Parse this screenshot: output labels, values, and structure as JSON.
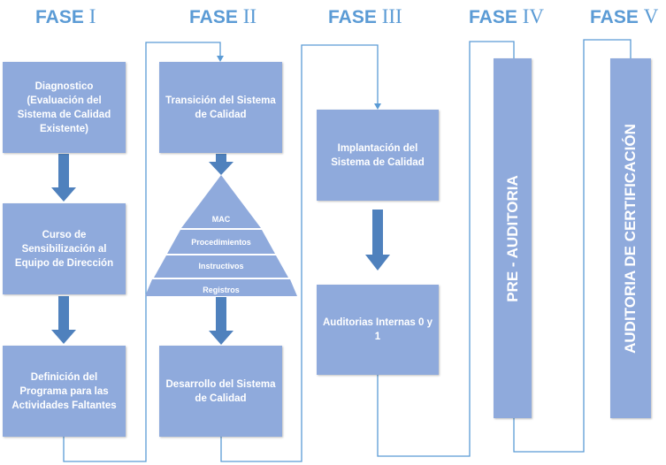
{
  "colors": {
    "box_fill": "#8FAADC",
    "arrow_fill": "#4F81BD",
    "connector": "#5B9BD5",
    "title": "#5B9BD5",
    "text": "#FFFFFF"
  },
  "phases": [
    {
      "title_word": "FASE",
      "title_roman": "I",
      "steps": [
        "Diagnostico (Evaluación del Sistema de Calidad Existente)",
        "Curso de Sensibilización al Equipo de Dirección",
        "Definición del Programa para las Actividades Faltantes"
      ]
    },
    {
      "title_word": "FASE",
      "title_roman": "II",
      "steps": [
        "Transición del Sistema de Calidad",
        "Desarrollo del Sistema de Calidad"
      ],
      "pyramid_levels": [
        "MAC",
        "Procedimientos",
        "Instructivos",
        "Registros"
      ]
    },
    {
      "title_word": "FASE",
      "title_roman": "III",
      "steps": [
        "Implantación del Sistema de Calidad",
        "Auditorias Internas 0 y 1"
      ]
    },
    {
      "title_word": "FASE",
      "title_roman": "IV",
      "steps": [
        "PRE - AUDITORIA"
      ]
    },
    {
      "title_word": "FASE",
      "title_roman": "V",
      "steps": [
        "AUDITORIA DE CERTIFICACIÓN"
      ]
    }
  ]
}
